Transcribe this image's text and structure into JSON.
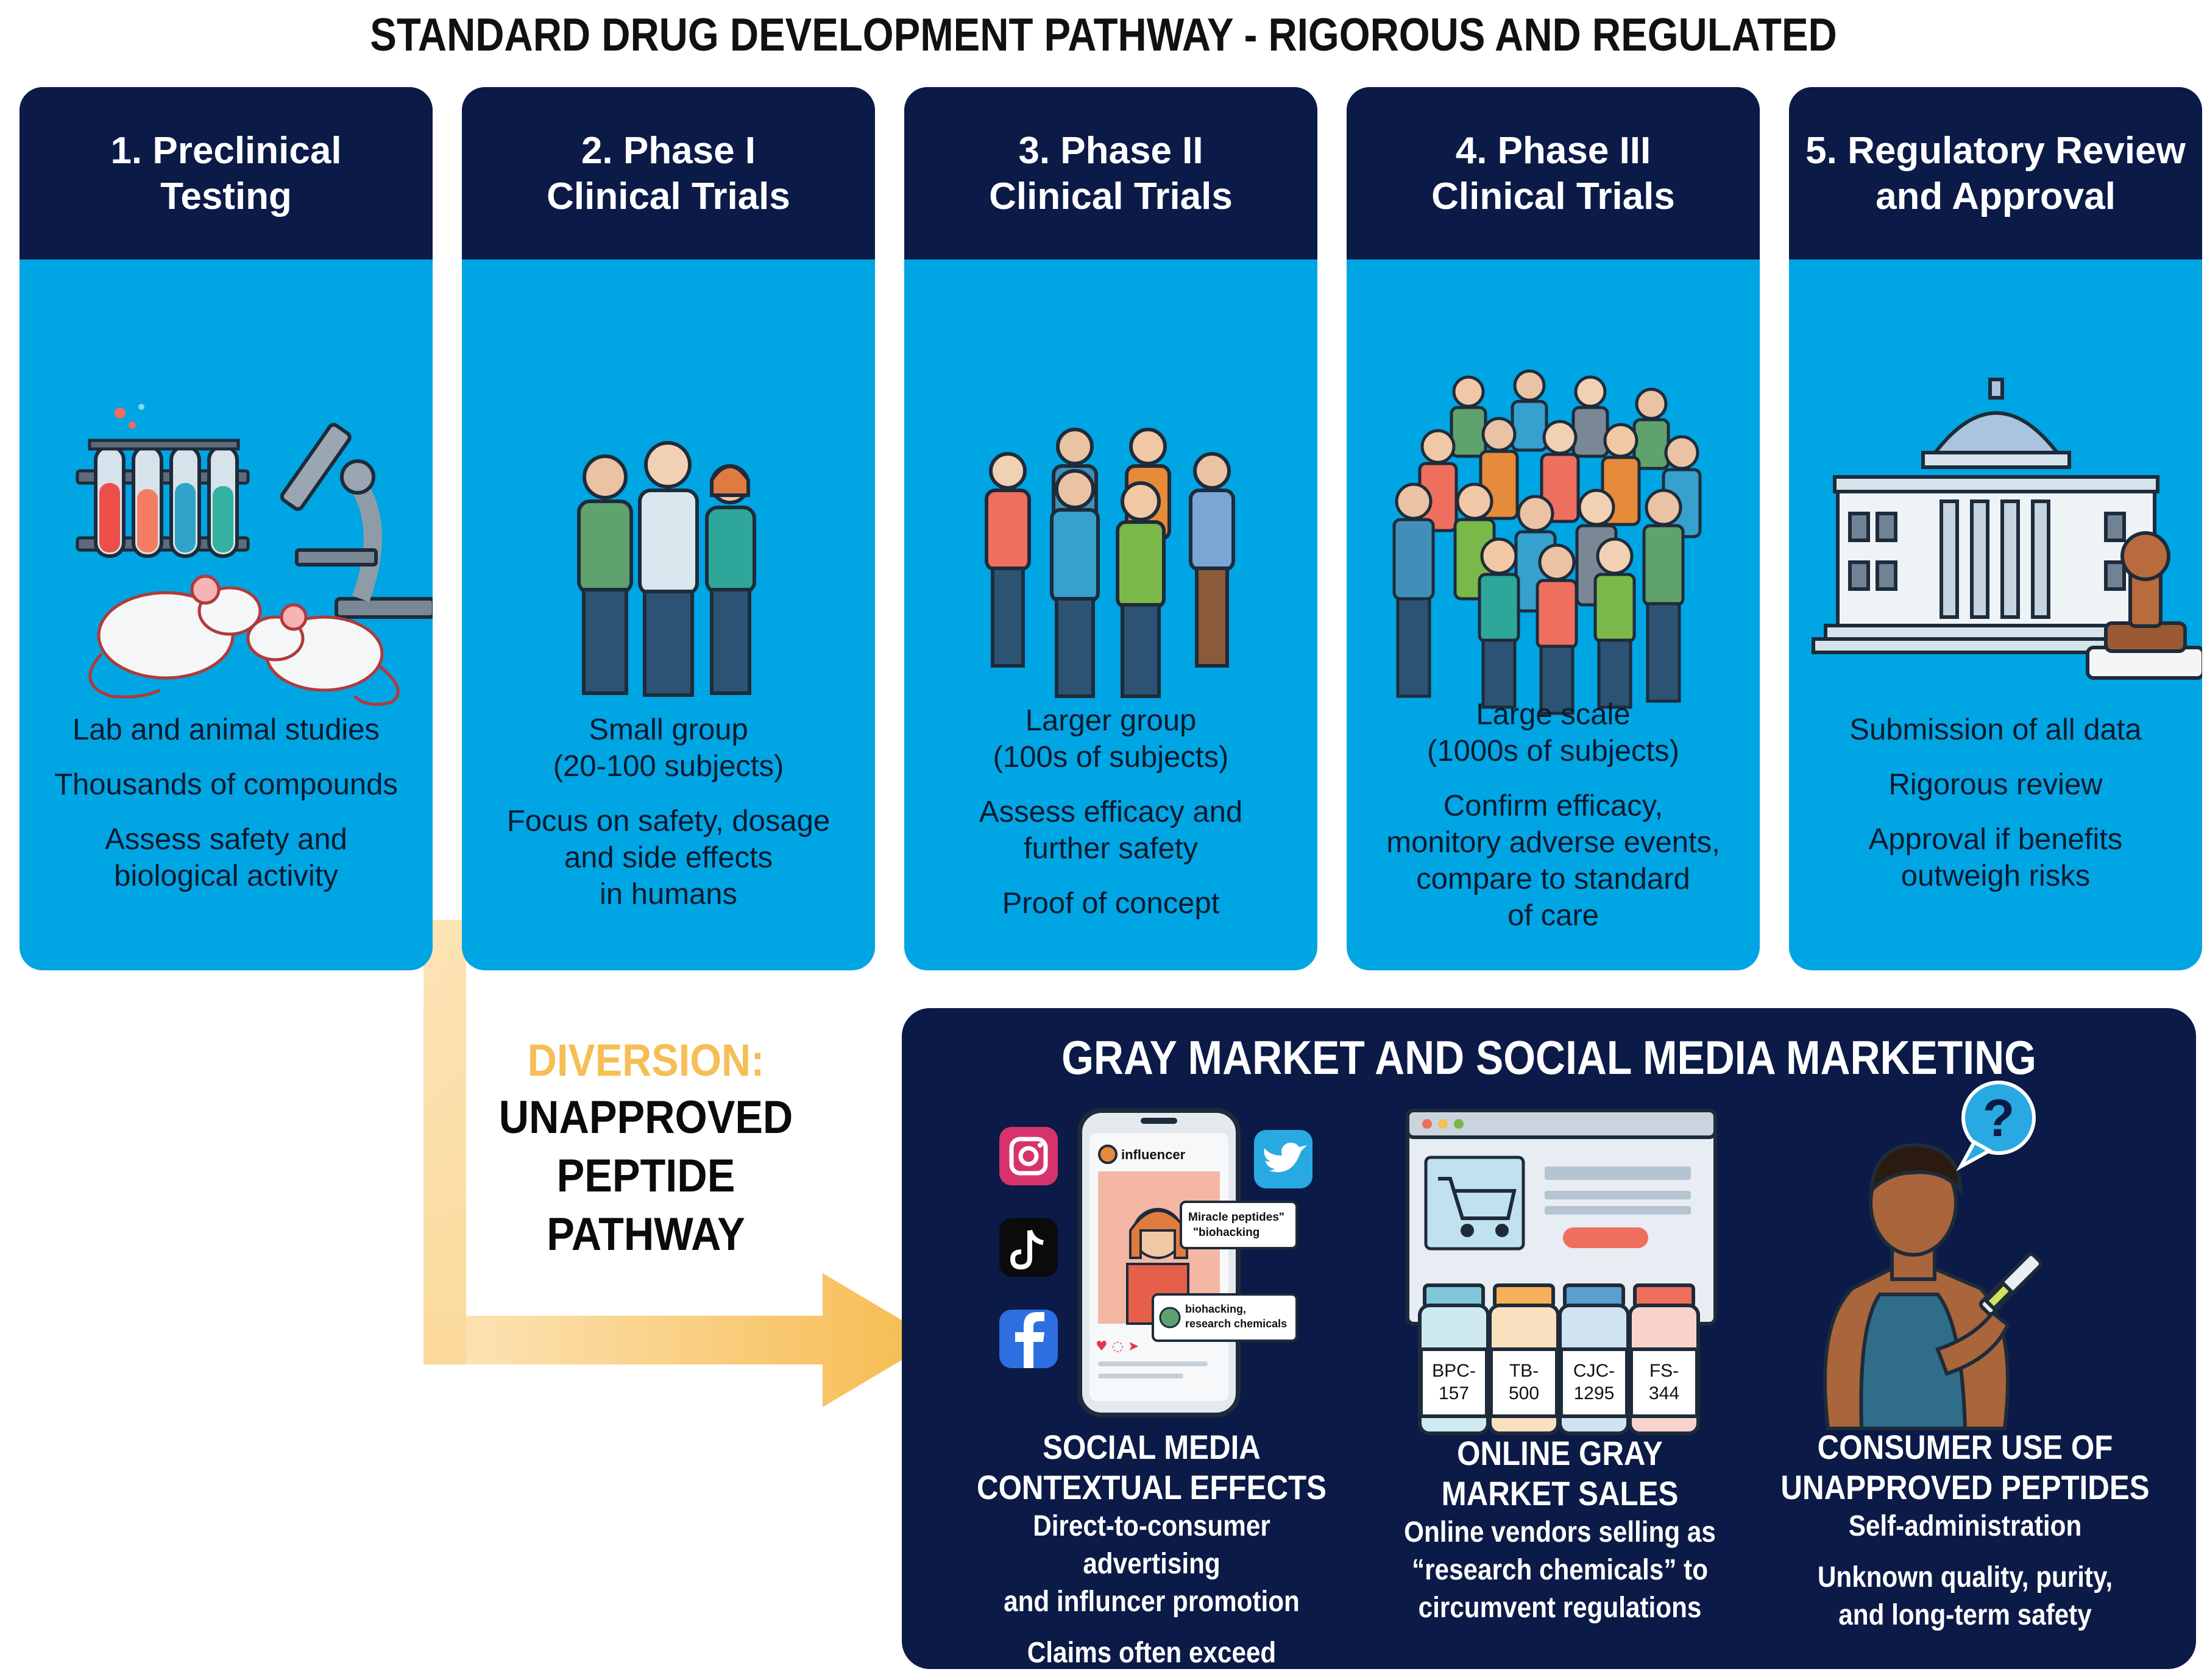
{
  "title": "STANDARD DRUG DEVELOPMENT PATHWAY - RIGOROUS AND REGULATED",
  "stages": [
    {
      "title_lines": [
        "1. Preclinical",
        "Testing"
      ],
      "text_blocks": [
        [
          "Lab and animal studies"
        ],
        [
          "Thousands of compounds"
        ],
        [
          "Assess safety and",
          "biological activity"
        ]
      ]
    },
    {
      "title_lines": [
        "2. Phase I",
        "Clinical Trials"
      ],
      "text_blocks": [
        [
          "Small group",
          "(20-100 subjects)"
        ],
        [
          "Focus on safety, dosage",
          "and side effects",
          "in humans"
        ]
      ]
    },
    {
      "title_lines": [
        "3. Phase II",
        "Clinical Trials"
      ],
      "text_blocks": [
        [
          "Larger group",
          "(100s of subjects)"
        ],
        [
          "Assess efficacy and",
          "further safety"
        ],
        [
          "Proof of concept"
        ]
      ]
    },
    {
      "title_lines": [
        "4. Phase III",
        "Clinical Trials"
      ],
      "text_blocks": [
        [
          "Large scale",
          "(1000s of subjects)"
        ],
        [
          "Confirm efficacy,",
          "monitory adverse events,",
          "compare to standard",
          "of care"
        ]
      ]
    },
    {
      "title_lines": [
        "5. Regulatory Review",
        "and Approval"
      ],
      "text_blocks": [
        [
          "Submission of all data"
        ],
        [
          "Rigorous review"
        ],
        [
          "Approval if benefits",
          "outweigh risks"
        ]
      ]
    }
  ],
  "diversion": {
    "highlight": "DIVERSION:",
    "lines": [
      "UNAPPROVED",
      "PEPTIDE",
      "PATHWAY"
    ]
  },
  "gray_market": {
    "title": "GRAY MARKET AND SOCIAL MEDIA MARKETING",
    "phone": {
      "username": "influencer",
      "bubble1": [
        "Miracle peptides\"",
        "\"biohacking"
      ],
      "bubble2": [
        "biohacking,",
        "research chemicals"
      ]
    },
    "vials": [
      [
        "BPC-",
        "157"
      ],
      [
        "TB-",
        "500"
      ],
      [
        "CJC-",
        "1295"
      ],
      [
        "FS-",
        "344"
      ]
    ],
    "speech_symbol": "?",
    "columns": [
      {
        "heading": [
          "SOCIAL MEDIA",
          "CONTEXTUAL EFFECTS"
        ],
        "sub1": [
          "Direct-to-consumer advertising",
          "and influncer promotion"
        ],
        "sub2": [
          "Claims often exceed evidence"
        ]
      },
      {
        "heading": [
          "ONLINE GRAY",
          "MARKET SALES"
        ],
        "sub1": [
          "Online vendors selling as",
          "“research chemicals” to",
          "circumvent regulations"
        ],
        "sub2": []
      },
      {
        "heading": [
          "CONSUMER USE OF",
          "UNAPPROVED PEPTIDES"
        ],
        "sub1": [
          "Self-administration"
        ],
        "sub2": [
          "Unknown quality, purity,",
          "and long-term safety"
        ]
      }
    ]
  },
  "colors": {
    "navy": "#0b1a47",
    "cyan": "#00a5e3",
    "amber": "#f6be55"
  }
}
